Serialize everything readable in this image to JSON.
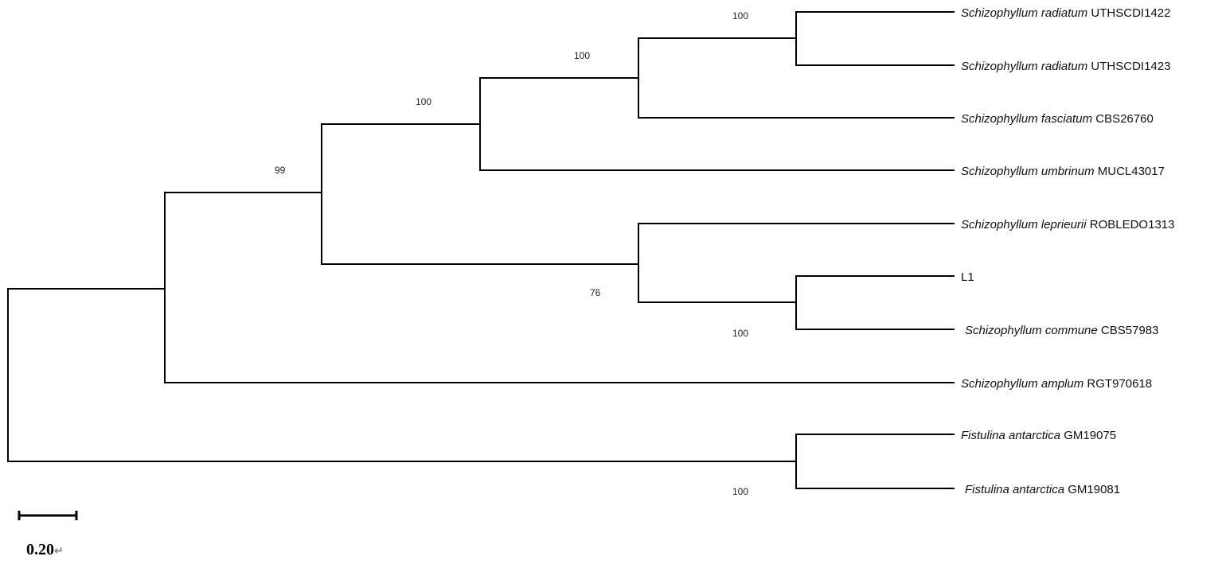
{
  "tree": {
    "tips": [
      {
        "id": "t1",
        "species": "Schizophyllum radiatum",
        "strain": "UTHSCDI1422"
      },
      {
        "id": "t2",
        "species": "Schizophyllum radiatum",
        "strain": "UTHSCDI1423"
      },
      {
        "id": "t3",
        "species": "Schizophyllum fasciatum",
        "strain": "CBS26760"
      },
      {
        "id": "t4",
        "species": "Schizophyllum umbrinum",
        "strain": "MUCL43017"
      },
      {
        "id": "t5",
        "species": "Schizophyllum leprieurii",
        "strain": "ROBLEDO1313"
      },
      {
        "id": "t6",
        "species": "",
        "strain": "L1"
      },
      {
        "id": "t7",
        "species": "Schizophyllum commune",
        "strain": "CBS57983"
      },
      {
        "id": "t8",
        "species": "Schizophyllum amplum",
        "strain": "RGT970618"
      },
      {
        "id": "t9",
        "species": "Fistulina antarctica",
        "strain": "GM19075"
      },
      {
        "id": "t10",
        "species": "Fistulina antarctica",
        "strain": "GM19081"
      }
    ],
    "nodes": [
      {
        "id": "n_radiatum",
        "support": "100"
      },
      {
        "id": "n_radiatum_fasciatum",
        "support": "100"
      },
      {
        "id": "n_umbrinum_clade",
        "support": "100"
      },
      {
        "id": "n_main_clade",
        "support": "99"
      },
      {
        "id": "n_leprieurii_clade",
        "support": "76"
      },
      {
        "id": "n_l1_commune",
        "support": "100"
      },
      {
        "id": "n_fistulina",
        "support": "100"
      },
      {
        "id": "n_schizophyllum",
        "support": ""
      },
      {
        "id": "n_root",
        "support": ""
      }
    ]
  },
  "scale": {
    "label": "0.20",
    "mark": "↵"
  }
}
